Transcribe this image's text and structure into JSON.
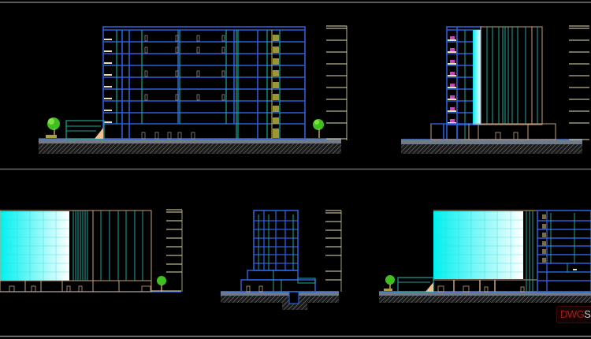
{
  "drawing": {
    "background": "#000000",
    "frame_line_color": "#5a5a5a",
    "colors": {
      "structure_blue": "#2a5fd8",
      "mullion_teal": "#1fa39a",
      "frame_tan": "#c9a07a",
      "glass_cyan": "#00f0f0",
      "glass_white": "#ffffff",
      "stair_yellow": "#c8c040",
      "tree_green": "#40c020",
      "ground_grey": "#6f7a86",
      "ground_blue": "#4a7ad8",
      "level_marker": "#e8e0b0",
      "balcony_magenta": "#d040c0"
    },
    "views": [
      {
        "name": "section-a",
        "floors": 8,
        "position": "top-left"
      },
      {
        "name": "side-elevation-1",
        "floors": 8,
        "position": "top-right"
      },
      {
        "name": "rear-elevation-curtain-wall",
        "floors": 8,
        "position": "bottom-left"
      },
      {
        "name": "side-elevation-2",
        "floors": 8,
        "position": "bottom-center"
      },
      {
        "name": "front-elevation",
        "floors": 8,
        "position": "bottom-right"
      }
    ]
  },
  "watermark": {
    "part1": "DWG",
    "part2": "Sh"
  }
}
